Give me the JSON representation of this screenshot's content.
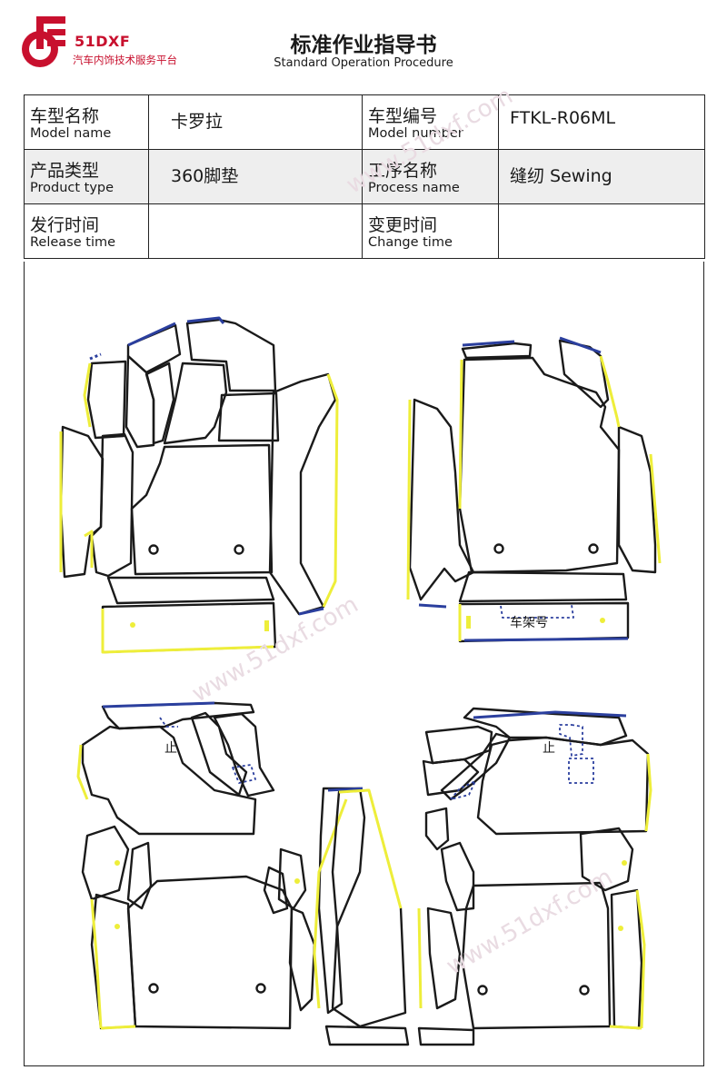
{
  "logo": {
    "brand": "51DXF",
    "tagline": "汽车内饰技术服务平台",
    "brand_color": "#c8102e"
  },
  "title": {
    "cn": "标准作业指导书",
    "en": "Standard Operation Procedure"
  },
  "info": {
    "model_name": {
      "label_cn": "车型名称",
      "label_en": "Model name",
      "value": "卡罗拉"
    },
    "model_number": {
      "label_cn": "车型编号",
      "label_en": "Model number",
      "value": "FTKL-R06ML"
    },
    "product_type": {
      "label_cn": "产品类型",
      "label_en": "Product type",
      "value": "360脚垫"
    },
    "process_name": {
      "label_cn": "工序名称",
      "label_en": "Process name",
      "value": "缝纫 Sewing"
    },
    "release_time": {
      "label_cn": "发行时间",
      "label_en": "Release time",
      "value": ""
    },
    "change_time": {
      "label_cn": "变更时间",
      "label_en": "Change time",
      "value": ""
    }
  },
  "diagram": {
    "chassis_label": "车架号",
    "mark_left": "止",
    "mark_right": "止",
    "colors": {
      "outline": "#1a1a1a",
      "edge_yellow": "#eeee3a",
      "edge_blue": "#2b3f9e"
    }
  },
  "watermark": "www.51dxf.com"
}
